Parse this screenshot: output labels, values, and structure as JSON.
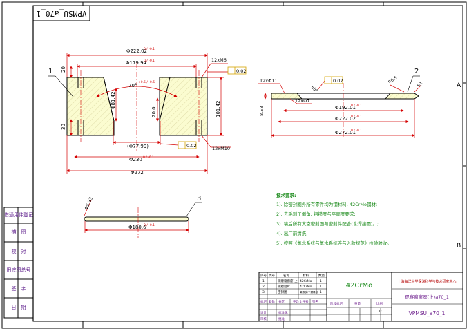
{
  "stamp": {
    "text": "VPMSU_a70_1"
  },
  "side_labels": [
    "借通用件登记",
    "描　图",
    "校　对",
    "旧底图总号",
    "签　字",
    "日　期"
  ],
  "zone_letters": {
    "a": "A",
    "b": "B"
  },
  "part_ids": {
    "p1": "1",
    "p2": "2",
    "p3": "3"
  },
  "part1": {
    "d1": "Φ222.02",
    "d1_tol": "0 / -0.1",
    "d2": "Φ179.94",
    "d2_tol": "0 / -0.1",
    "h20": "20",
    "angle": "70°",
    "angle_tol": "+0.5 / -0.5",
    "d81": "Φ81.42",
    "d20": "20.0",
    "h30": "30",
    "d7799": "(Φ77.99)",
    "d230": "Φ230",
    "d230_tol": "0 / -0.1",
    "d272": "Φ272",
    "h101": "101.42",
    "thread_top": "12xM6",
    "thread_bot": "12xM10",
    "flat_top": "0.02",
    "flat_bot": "0.02"
  },
  "part2": {
    "holes1": "12xΦ11",
    "holes2": "12xΦ7",
    "thick": "8.58",
    "d192": "Φ192.01",
    "d192_tol": "0 / -0.1",
    "d222": "Φ222.02",
    "d222_tol": "0 / -0.1",
    "d272": "Φ272.01",
    "d272_tol": "0 / -0.1",
    "flat": "0.02",
    "r05": "R0.5",
    "r1": "R1",
    "ang": "55°"
  },
  "part3": {
    "d": "Φ180.6",
    "d_tol": "0 / -0.1",
    "ring": "Φ5.33"
  },
  "notes": {
    "title": "技术要求:",
    "items": [
      "1). 除密封圈外所有零件均为钢材料, 42CrMo钢材;",
      "2). 去毛刺工倒角, 粗糙度与平面度要求;",
      "3). 装后所有真空密封面与密封件配合(含焊接圆)。;",
      "4). 出厂前清洗;",
      "5). 按照《氢水系统与氢水系统连与入款规范》检验验收。"
    ]
  },
  "title_block": {
    "head": [
      "序号",
      "代号",
      "名称",
      "材料",
      "数量"
    ],
    "rows": [
      [
        "1",
        "",
        "观察窗窗座(上)",
        "42CrMo",
        "1"
      ],
      [
        "2",
        "",
        "观察窗片",
        "42CrMo",
        "1"
      ],
      [
        "3",
        "",
        "密封圈",
        "氟橡胶/丁腈橡胶",
        "1"
      ]
    ],
    "material": "42CrMo",
    "org": "上海海洋大学深渊科学与技术研究中心",
    "name": "观察窗窗座(上)a70_1",
    "code": "VPMSU_a70_1",
    "sign_labels": [
      "标记",
      "处数",
      "分区",
      "更改文件号",
      "签名",
      "年月日"
    ],
    "stage_labels": [
      "阶段标记",
      "重量",
      "比例"
    ],
    "scale": "1:1",
    "design": "设计",
    "check": "审核",
    "approve": "批准",
    "standard": "标准化"
  }
}
